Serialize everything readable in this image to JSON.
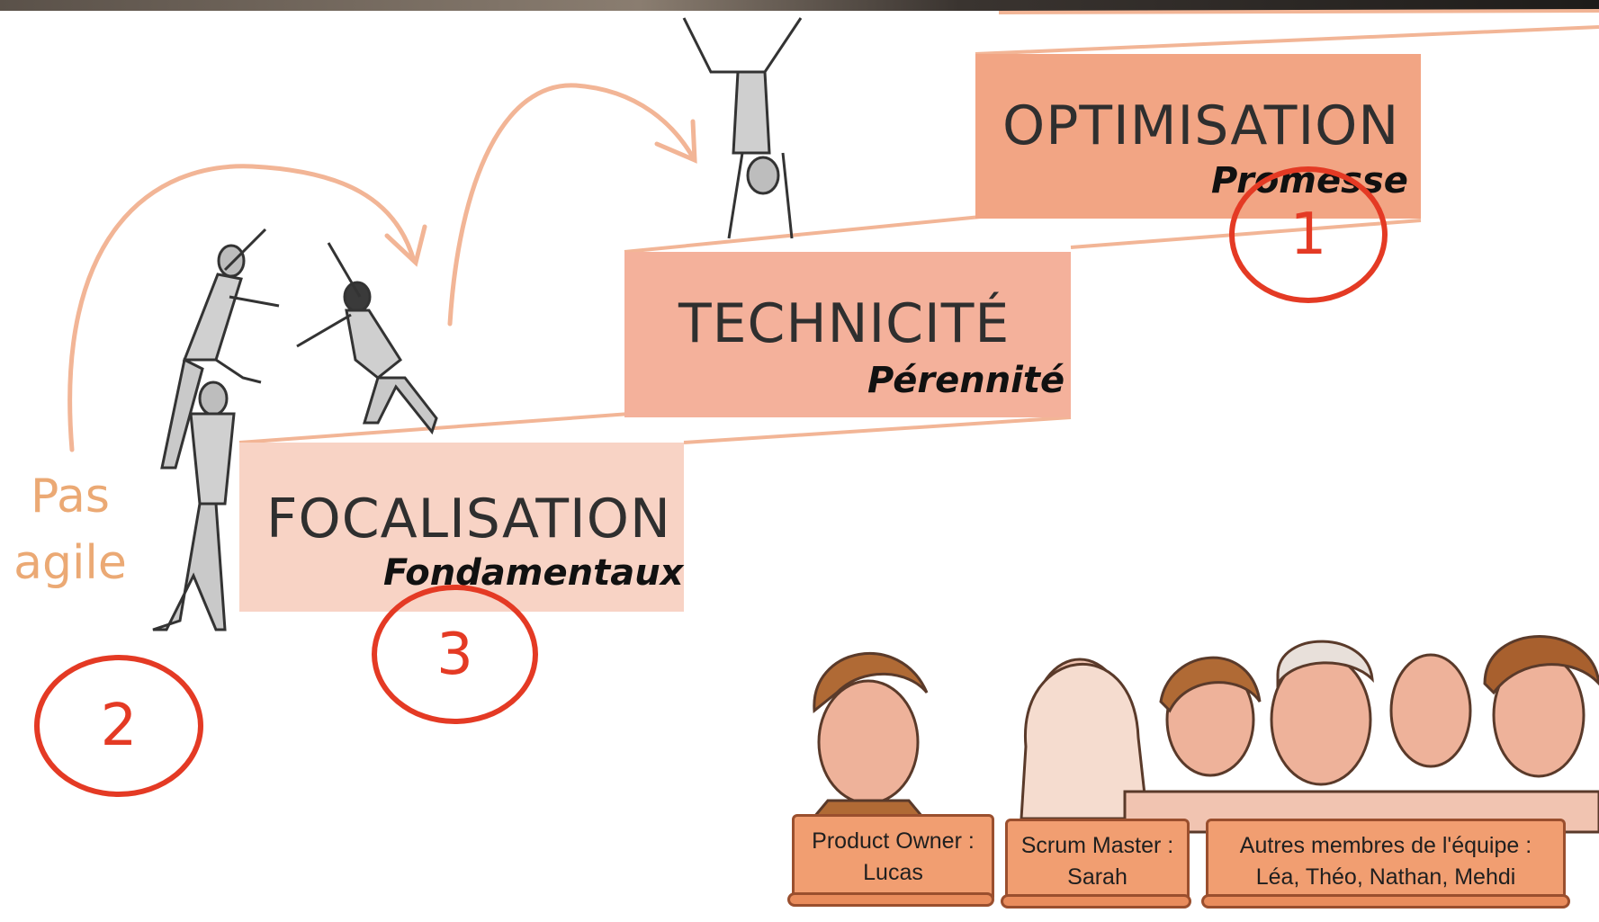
{
  "steps": [
    {
      "title": "FOCALISATION",
      "subtitle": "Fondamentaux"
    },
    {
      "title": "TECHNICITÉ",
      "subtitle": "Pérennité"
    },
    {
      "title": "OPTIMISATION",
      "subtitle": "Promesse"
    }
  ],
  "side_label": {
    "line1": "Pas",
    "line2": "agile"
  },
  "markers": {
    "m1": "1",
    "m2": "2",
    "m3": "3"
  },
  "team": [
    {
      "role": "Product Owner :",
      "names": "Lucas"
    },
    {
      "role": "Scrum Master :",
      "names": "Sarah"
    },
    {
      "role": "Autres membres de l'équipe :",
      "names": "Léa, Théo, Nathan, Mehdi"
    }
  ],
  "colors": {
    "step_light": "#f8d3c5",
    "step_mid": "#f4b19b",
    "step_dark": "#f2a584",
    "marker_red": "#e43a24",
    "arrow_salmon": "#f2b596",
    "banner_orange": "#f19e71"
  }
}
